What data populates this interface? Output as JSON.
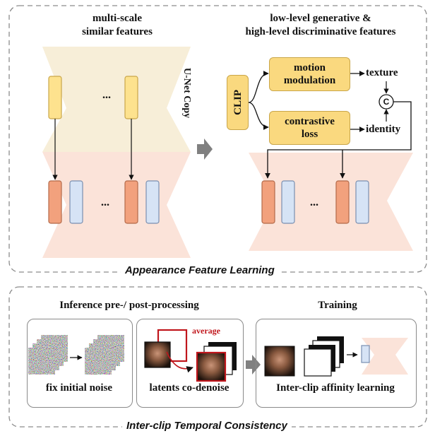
{
  "top": {
    "left_title": [
      "multi-scale",
      "similar features"
    ],
    "right_title": [
      "low-level generative &",
      "high-level discriminative features"
    ],
    "unet_copy": "U-Net Copy",
    "ellipsis": "...",
    "clip": "CLIP",
    "motion_modulation": [
      "motion",
      "modulation"
    ],
    "contrastive_loss": [
      "contrastive",
      "loss"
    ],
    "texture": "texture",
    "identity": "identity",
    "concat": "C",
    "caption": "Appearance Feature Learning"
  },
  "bottom": {
    "inference_title": "Inference pre-/ post-processing",
    "training_title": "Training",
    "fix_noise": "fix initial noise",
    "average": "average",
    "co_denoise": "latents co-denoise",
    "affinity": "Inter-clip affinity learning",
    "caption": "Inter-clip Temporal Consistency"
  },
  "colors": {
    "feature_yellow": "#fde28e",
    "feature_orange": "#f2a17d",
    "feature_blue": "#d6e3f5",
    "unet_beige": "#f7eed8",
    "unet_pink": "#fbe3d9",
    "average_red": "#c0161c"
  }
}
